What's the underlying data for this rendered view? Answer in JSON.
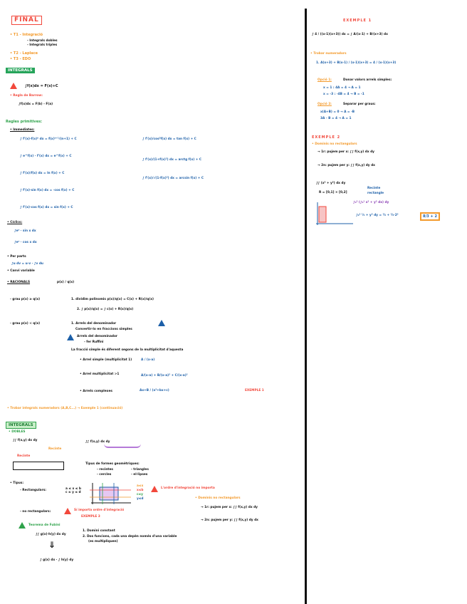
{
  "header": {
    "title": "FINAL"
  },
  "toc": {
    "t1": "• T1 - Integració",
    "t1_sub1": "- Integrals dobles",
    "t1_sub2": "- Integrals triples",
    "t2": "• T2 - Laplace",
    "t3": "• T3 - EDO"
  },
  "integrals": {
    "tag": "INTEGRALS",
    "def": "∫f(x)dx = F(x)+C",
    "barrow_title": "• Regla de Barrow:",
    "barrow": "∫f(x)dx = F(b) - F(a)"
  },
  "primitives": {
    "title": "Regles primitives:",
    "immediates": "• Immediates:",
    "left": [
      "∫ f'(x)·f(x)ⁿ dx = f(x)ⁿ⁺¹/(n+1) + C",
      "∫ e^f(x) · f'(x) dx = e^f(x) + C",
      "∫ f'(x)/f(x) dx = ln f(x) + C",
      "∫ f'(x)·sin f(x) dx = -cos f(x) + C",
      "∫ f'(x)·cos f(x) dx = sin f(x) + C"
    ],
    "right": [
      "∫ f'(x)/cos²f(x) dx = tan f(x) + C",
      "∫ f'(x)/(1+f(x)²) dx = arctg f(x) + C",
      "∫ f'(x)/√(1-f(x)²) dx = arcsin f(x) + C"
    ],
    "ciclics": "• Cíclics:",
    "ciclic1": "∫eˣ · sin x dx",
    "ciclic2": "∫eˣ · cos x dx",
    "parts": "• Per parts",
    "parts_formula": "∫u dv = u·v - ∫v du",
    "canvi": "• Canvi variable",
    "racionals": "• RACIONALS",
    "racionals_frac": "p(x) / q(x)",
    "grau1": "- grau p(x) ≥ q(x)",
    "grau1_step1": "1. dividim polinomis  p(x)/q(x) = C(x) + R(x)/q(x)",
    "grau1_step2": "2. ∫ p(x)/q(x) = ∫ c(x) + R(x)/q(x)",
    "grau2": "- grau p(x) < q(x)",
    "grau2_step1": "1. Arrels del denominador",
    "grau2_step1b": "Convertir-lo en fraccions simples",
    "arrels_title": "Arrels del denominador",
    "arrels_sub": "- fer Ruffini",
    "fraccio": "La fracció simple és diferent segons de la multiplicitat d'aquesta",
    "simple": "• Arrel simple (multiplicitat 1)",
    "simple_ex": "A / (x-a)",
    "multiple": "• Arrel multiplicitat >1",
    "multiple_ex": "A/(x-a) + B/(x-a)² + C/(x-a)³",
    "complexes": "• Arrels complexes",
    "complexes_ex": "Ax+B / (x²+bx+c)",
    "exemple1_ref": "EXEMPLE 1",
    "trobar": "• Trobar integrals numeradors (A,B,C...) → Exemple 1 (continuació)"
  },
  "dobles": {
    "tag": "INTEGRALS",
    "title": "• DOBLES",
    "formula": "∫∫ f(x,y) dx dy",
    "recinte": "Recinte",
    "formula2": "∫∫ f(x,y) dx dy",
    "recinte_label": "Recinte",
    "tipus_title": "Tipus de formes geomètriques:",
    "tipus_items": [
      "- recintes",
      "- triangles",
      "- cercles",
      "- el·lipses"
    ],
    "tipus": "• Tipus:",
    "rectangulars": "- Rectangulars:",
    "rect_ranges": "a ≤ x ≤ b\nc ≤ y ≤ d",
    "ordre_note": "L'ordre d'integració no importa",
    "no_rect": "- no rectangulars:",
    "no_rect_note": "Sí importa ordre d'integració",
    "exemple3": "EXEMPLE 3",
    "fubini_title": "Teorema de Fubini",
    "fubini_formula": "∫∫ g(x)·h(y) dx dy",
    "fubini_1": "1. Domini constant",
    "fubini_2": "2. Dos funcions, cada una depèn només d'una variable",
    "fubini_2b": "(es multipliquen)",
    "fubini_result": "∫ g(x) dx · ∫ h(y) dy",
    "domini_title": "• Dominis no rectangulars",
    "domini_1": "→ 1r: pujem per x: ∫∫ f(x,y) dx dy",
    "domini_2": "→ 2n: pujem per y: ∫∫ f(x,y) dy dx",
    "labels": [
      "a≤x",
      "x≤b",
      "c≤y",
      "y≤d"
    ]
  },
  "exemple1": {
    "title": "EXEMPLE 1",
    "eq": "∫ 4 / ((x-1)(x+3)) dx = ∫ A/(x-1) + B/(x+3) dx",
    "trobar": "• Trobar numeradors",
    "step1": "1. A(x+3) + B(x-1) / (x-1)(x+3) = 4 / (x-1)(x+3)",
    "opcio1": "Opció 1:",
    "opcio1_text": "Donar valors arrels simples:",
    "o1_a": "x = 1 : 4A = 4 → A = 1",
    "o1_b": "x = -3 : -4B = 4 → B = -1",
    "opcio2": "Opció 2:",
    "opcio2_text": "Separar per graus:",
    "o2_a": "x(A+B) = 0 → A = -B",
    "o2_b": "3A - B = 4 → A = 1"
  },
  "exemple2": {
    "title": "EXEMPLE 2",
    "domini": "• Dominis no rectangulars",
    "line1": "→ 1r: pujem per x: ∫∫ f(x,y) dx dy",
    "line2": "→ 2n: pujem per y: ∫∫ f(x,y) dy dx",
    "integral": "∫∫ (x² + y²) dx dy",
    "region": "R = [0,1] × [0,2]",
    "region_note1": "Recinte",
    "region_note2": "rectangle",
    "calc1": "∫₀² (∫₀¹ x² + y² dx) dy",
    "calc2": "∫₀² ⅓ + y² dy = ⅔ + ⅔·2³",
    "result": "8/3 + 2"
  }
}
